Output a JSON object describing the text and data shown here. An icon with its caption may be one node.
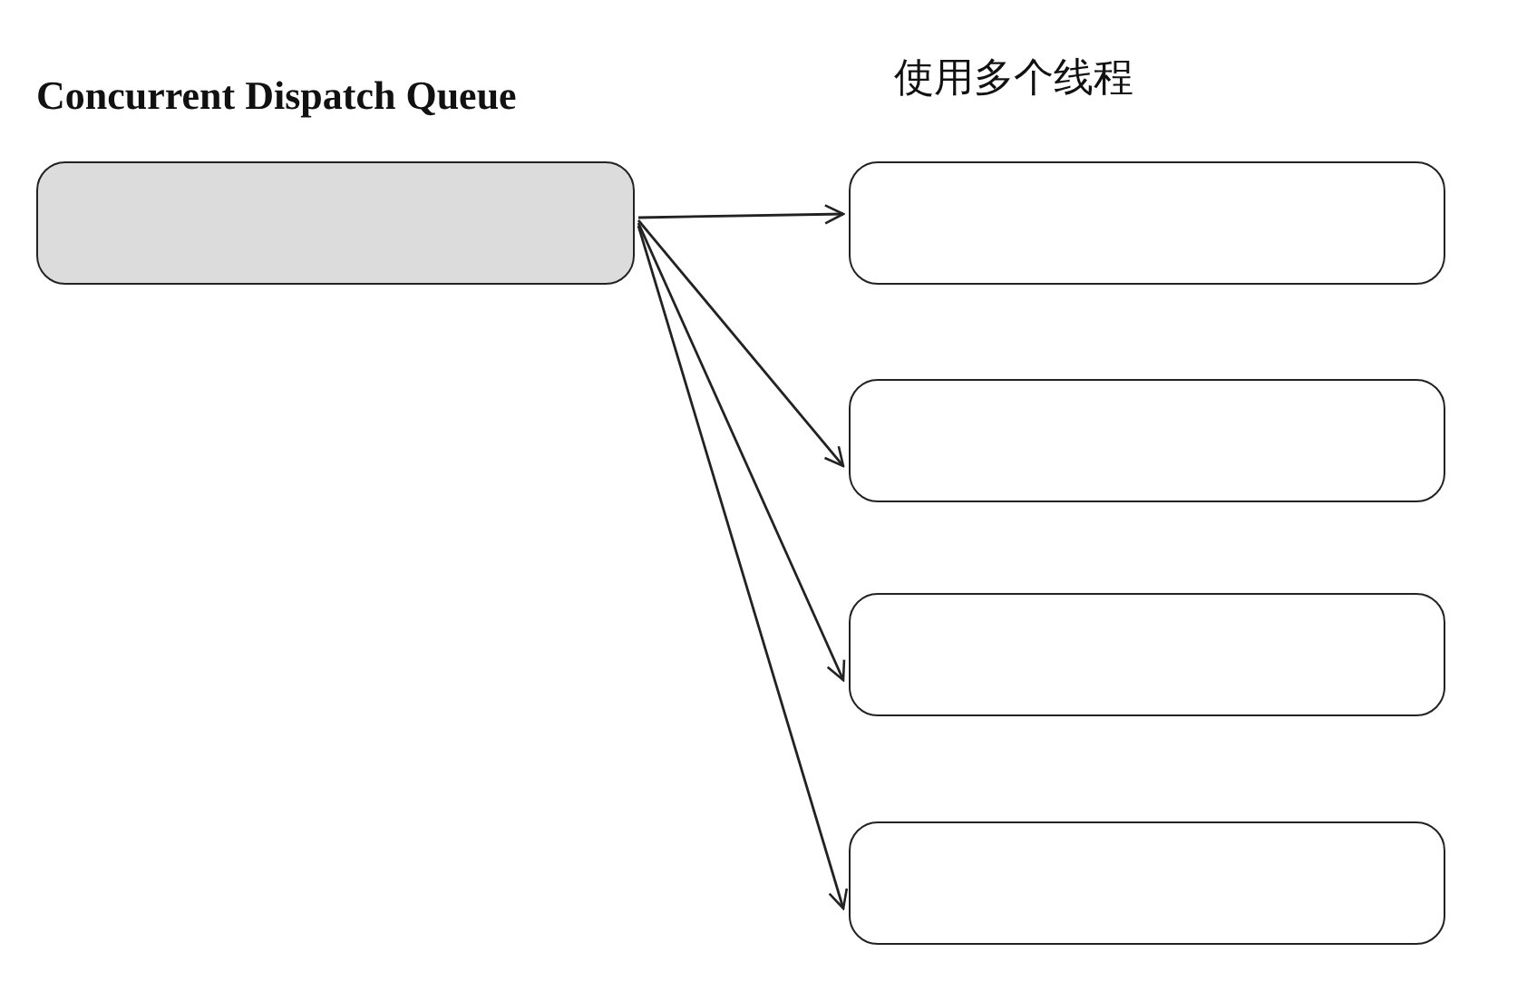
{
  "diagram": {
    "nodes": [
      {
        "text": [
          "Concurrent Dispatch Queue"
        ]
      },
      {
        "text": [
          "使用多个线程"
        ]
      },
      {
        "text": [],
        "shape": "box"
      },
      {
        "text": [],
        "shape": "box"
      },
      {
        "text": [],
        "shape": "box"
      }
    ],
    "edges": [
      {
        "from": 0,
        "to": 1,
        "arrow": "to"
      },
      {
        "from": 0,
        "to": 2,
        "arrow": "to"
      },
      {
        "from": 0,
        "to": 3,
        "arrow": "to"
      },
      {
        "from": 0,
        "to": 4,
        "arrow": "to"
      }
    ]
  }
}
